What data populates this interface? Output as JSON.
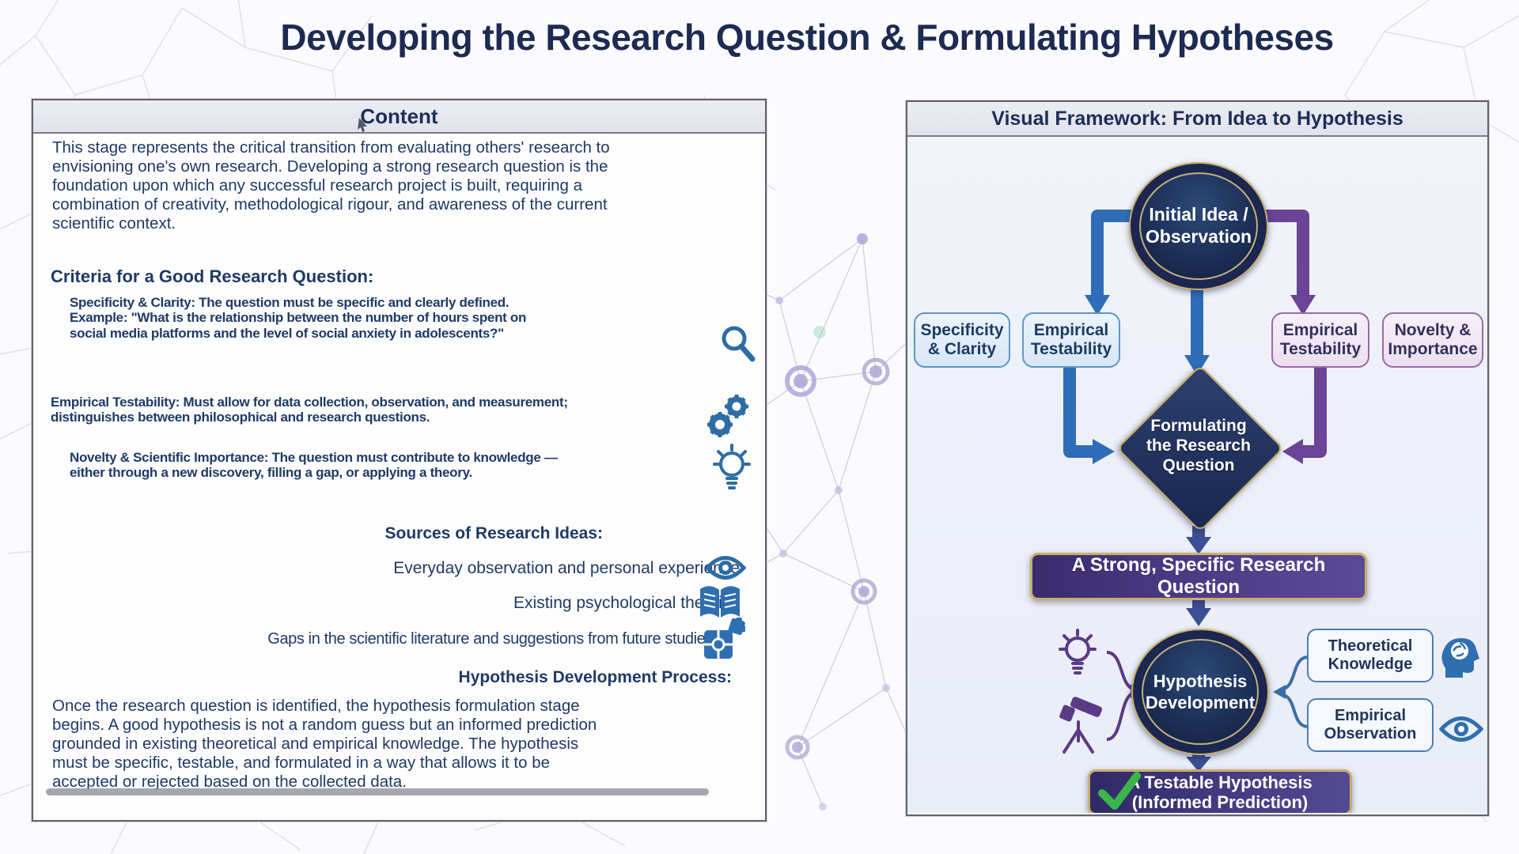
{
  "title": "Developing the Research Question & Formulating Hypotheses",
  "left": {
    "header": "Content",
    "p1": "This stage represents the critical transition from evaluating others' research to envisioning one's own research. Developing a strong research question is the foundation upon which any successful research project is built, requiring a combination of creativity, methodological rigour, and awareness of the current scientific context.",
    "criteria_heading": "Criteria for a Good Research Question:",
    "criteria": [
      "Specificity & Clarity: The question must be specific and clearly defined. Example: \"What is the relationship between the number of hours spent on social media platforms and the level of social anxiety in adolescents?\"",
      "Empirical Testability: Must allow for data collection, observation, and measurement; distinguishes between philosophical and research questions.",
      "Novelty & Scientific Importance: The question must contribute to knowledge — either through a new discovery, filling a gap, or applying a theory."
    ],
    "sources_heading": "Sources of Research Ideas:",
    "sources": [
      "Everyday observation and personal experience",
      "Existing psychological theories",
      "Gaps in the scientific literature and suggestions from future studies"
    ],
    "process_heading": "Hypothesis Development Process:",
    "p2": "Once the research question is identified, the hypothesis formulation stage begins. A good hypothesis is not a random guess but an informed prediction grounded in existing theoretical and empirical knowledge. The hypothesis must be specific, testable, and formulated in a way that allows it to be accepted or rejected based on the collected data."
  },
  "right": {
    "header": "Visual Framework: From Idea to Hypothesis",
    "circle1_line1": "Initial Idea /",
    "circle1_line2": "Observation",
    "box_specificity": "Specificity & Clarity",
    "box_empirical_left": "Empirical Testability",
    "box_empirical_right": "Empirical Testability",
    "box_novelty": "Novelty & Importance",
    "diamond_line1": "Formulating",
    "diamond_line2": "the Research",
    "diamond_line3": "Question",
    "banner_question": "A Strong, Specific Research Question",
    "circle2_line1": "Hypothesis",
    "circle2_line2": "Development",
    "box_theoretical": "Theoretical Knowledge",
    "box_observation": "Empirical Observation",
    "banner_hypothesis_line1": "A Testable Hypothesis",
    "banner_hypothesis_line2": "(Informed Prediction)"
  },
  "icons": {
    "search": "magnifier",
    "gears": "two-gears",
    "lightbulb": "idea-bulb",
    "eye": "eye",
    "book": "open-book",
    "puzzle": "puzzle-piece",
    "telescope": "telescope",
    "head_brain": "head-with-brain",
    "checkmark": "green-check"
  },
  "colors": {
    "navy_text": "#1f3a66",
    "accent_blue": "#2f6db8",
    "accent_purple": "#6b4397",
    "arrow_navy": "#3d4f94",
    "gold": "#c9ae6b",
    "green_check": "#3bb54a"
  }
}
